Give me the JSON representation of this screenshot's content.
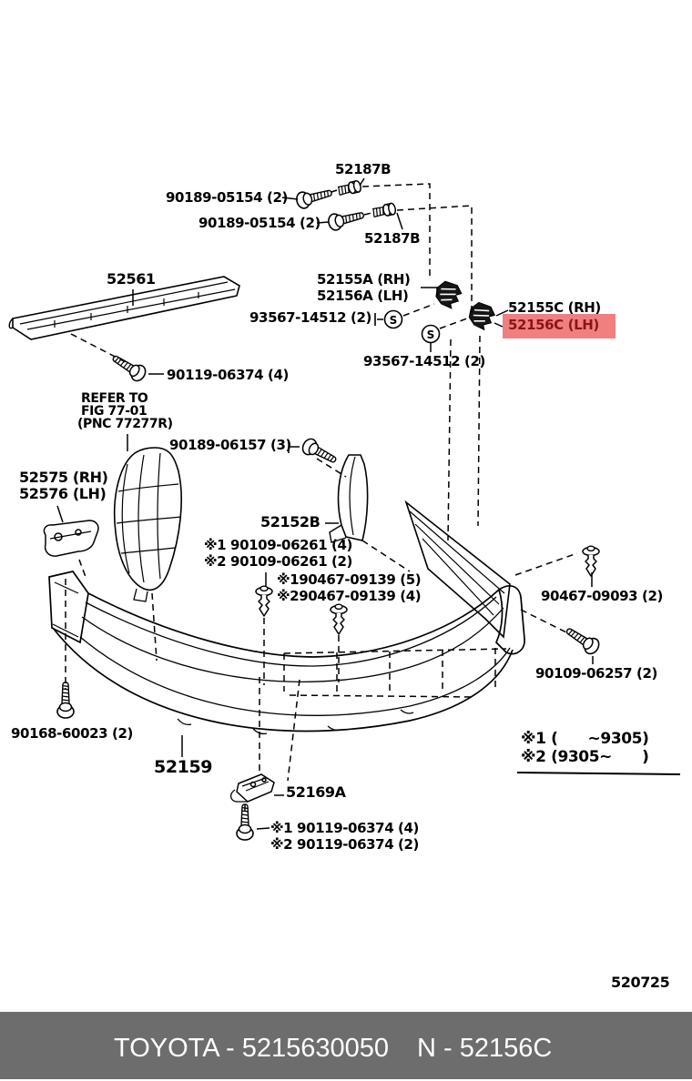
{
  "part_labels": {
    "bolt_top": "52187B",
    "screw_a": "90189-05154 (2)",
    "screw_b": "90189-05154 (2)",
    "bolt_bottom": "52187B",
    "reinforcement": "52561",
    "support_a_rh": "52155A (RH)",
    "support_a_lh": "52156A (LH)",
    "clip_s_a": "93567-14512 (2)",
    "support_c_rh": "52155C (RH)",
    "support_c_lh": "52156C (LH)",
    "clip_s_b": "93567-14512 (2)",
    "screw_reinforcement": "90119-06374 (4)",
    "fender_seal_rh": "52575 (RH)",
    "fender_seal_lh": "52576 (LH)",
    "screw_liner": "90189-06157 (3)",
    "side_support": "52152B",
    "screw_side_1": "※1 90109-06261 (4)",
    "screw_side_2": "※2 90109-06261 (2)",
    "clip_face_1": "※190467-09139 (5)",
    "clip_face_2": "※290467-09139 (4)",
    "clip_end": "90467-09093 (2)",
    "screw_end": "90109-06257 (2)",
    "clip_lower": "90168-60023 (2)",
    "bumper_cover": "52159",
    "license_bracket": "52169A",
    "screw_bracket_1": "※1 90119-06374 (4)",
    "screw_bracket_2": "※2 90119-06374 (2)"
  },
  "notes": {
    "refer_line1": "REFER TO",
    "refer_line2": "FIG 77-01",
    "refer_line3": "(PNC 77277R)",
    "legend_row1": "※1 (      ~9305)",
    "legend_row2": "※2 (9305~      )",
    "figure_code": "520725"
  },
  "symbols": {
    "s_marker": "S"
  },
  "highlight": {
    "part": "52156C (LH)",
    "background": "#f08080",
    "text_color": "#8b1414"
  },
  "footer": {
    "left": "TOYOTA - 5215630050",
    "right": "N - 52156C"
  }
}
